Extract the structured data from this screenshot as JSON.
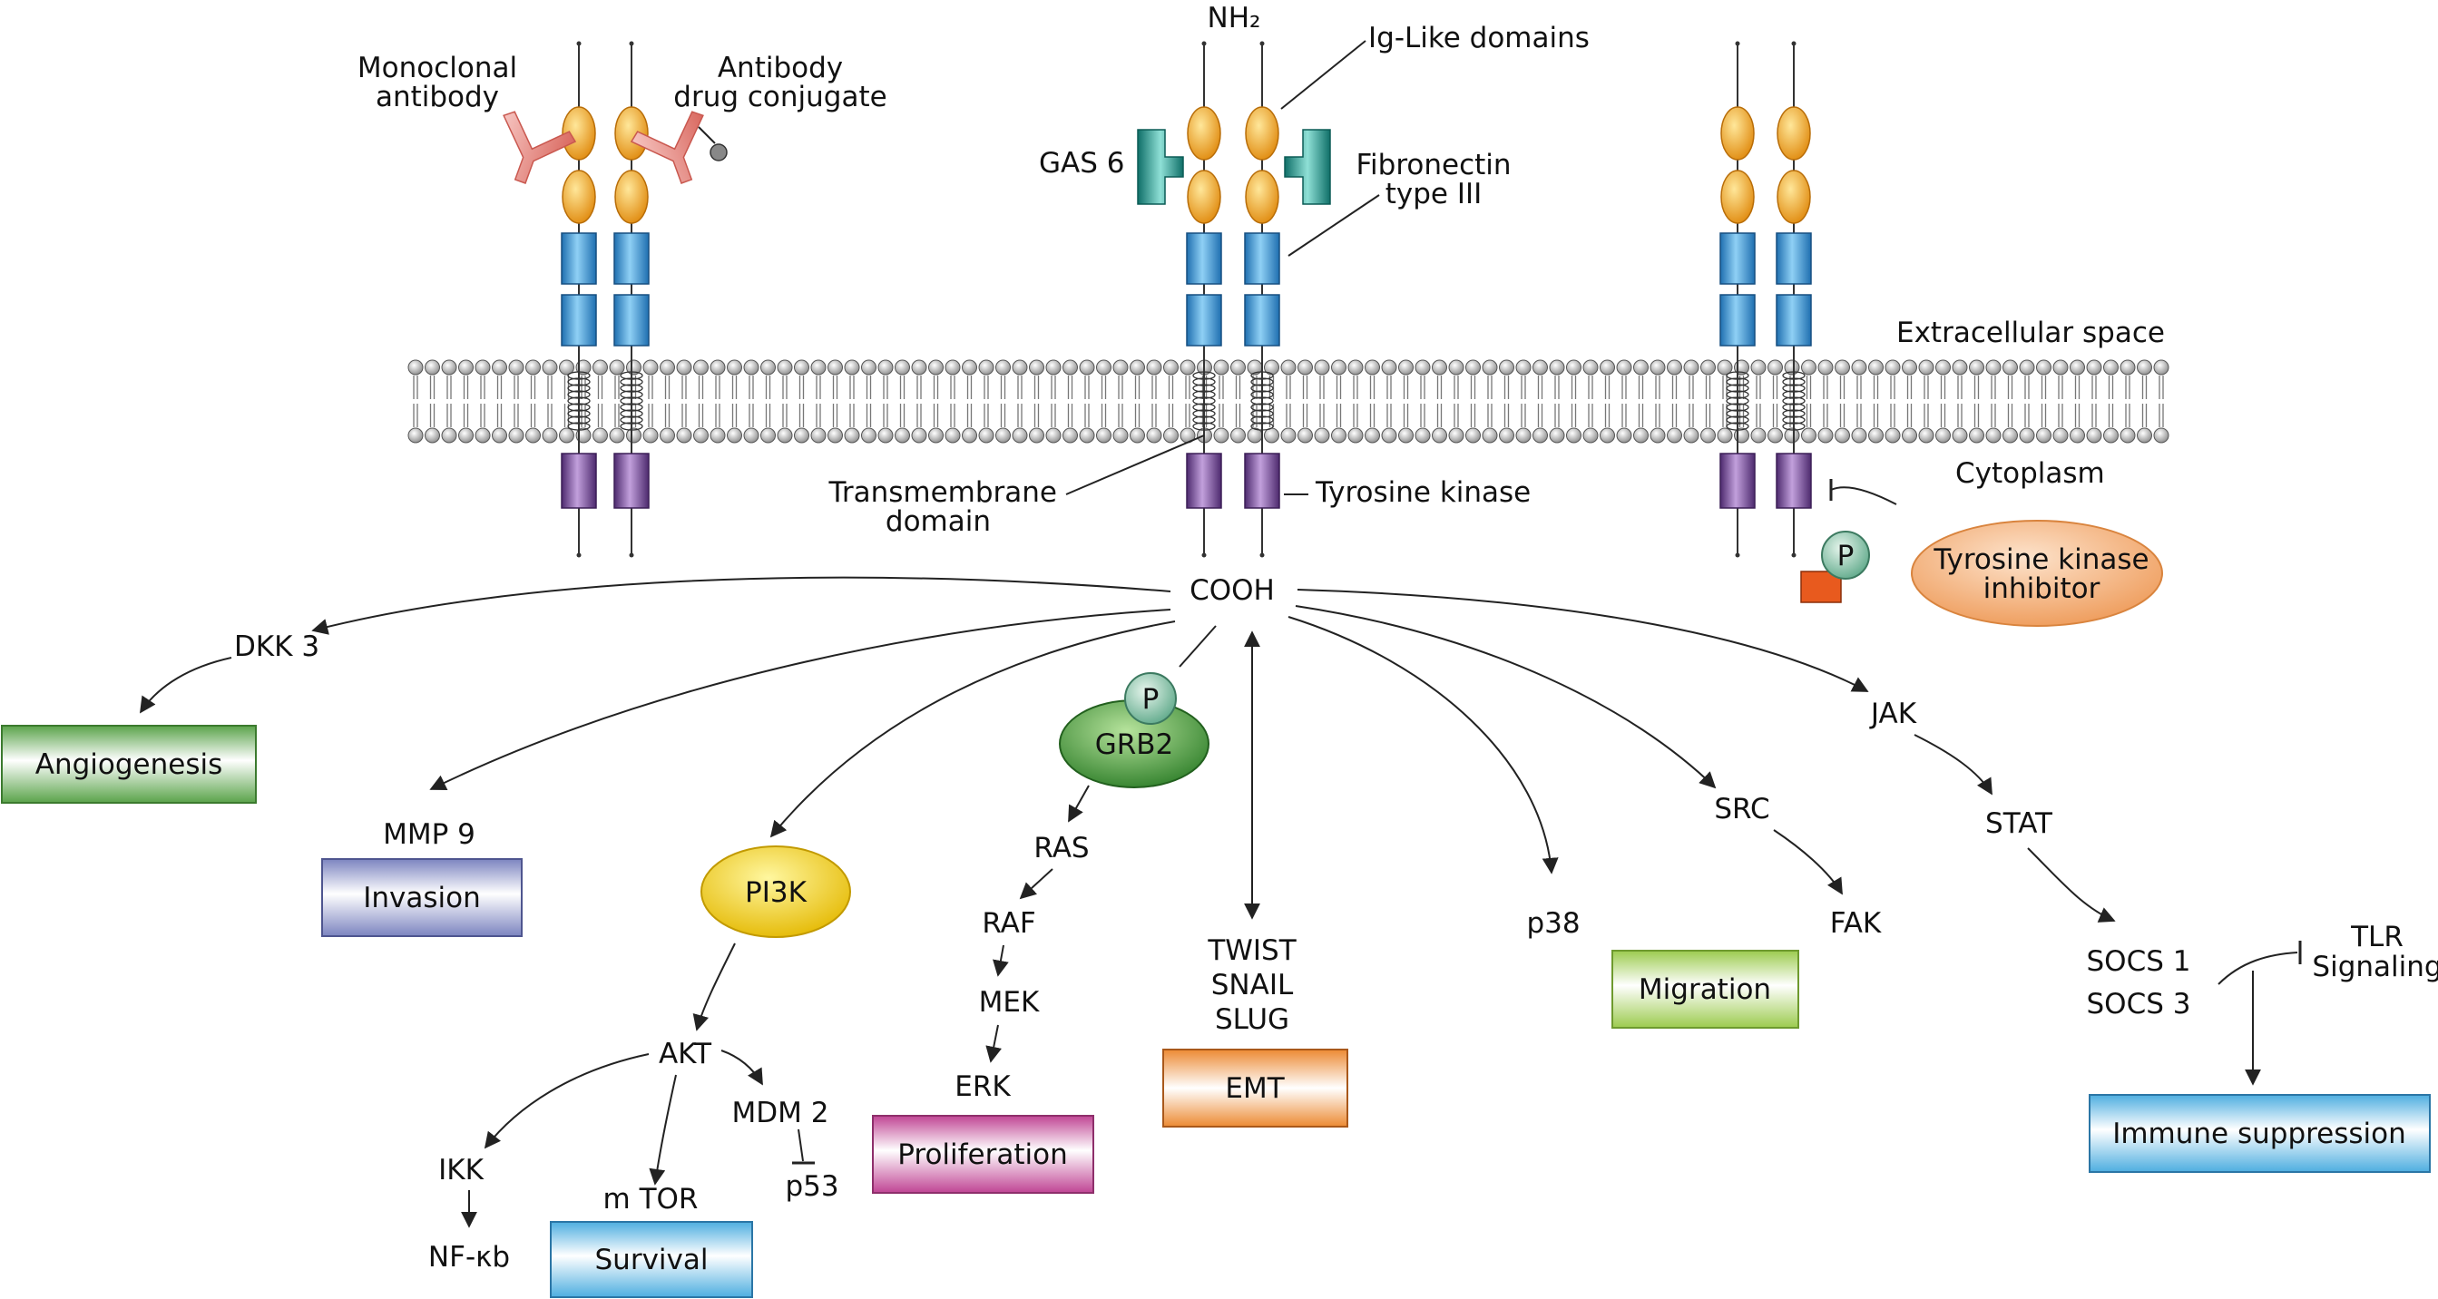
{
  "labels": {
    "monoclonal_1": "Monoclonal",
    "monoclonal_2": "antibody",
    "adc_1": "Antibody",
    "adc_2": "drug conjugate",
    "nh2": "NH₂",
    "ig_like": "Ig-Like domains",
    "gas6": "GAS 6",
    "fibro_1": "Fibronectin",
    "fibro_2": "type III",
    "extracellular": "Extracellular space",
    "cytoplasm": "Cytoplasm",
    "tm_1": "Transmembrane",
    "tm_2": "domain",
    "tyrosine_kinase": "Tyrosine kinase",
    "tki_1": "Tyrosine kinase",
    "tki_2": "inhibitor",
    "p": "P",
    "cooh": "COOH",
    "dkk3": "DKK 3",
    "mmp9": "MMP 9",
    "pi3k": "PI3K",
    "grb2": "GRB2",
    "ras": "RAS",
    "raf": "RAF",
    "mek": "MEK",
    "erk": "ERK",
    "twist": "TWIST",
    "snail": "SNAIL",
    "slug": "SLUG",
    "p38": "p38",
    "src": "SRC",
    "fak": "FAK",
    "jak": "JAK",
    "stat": "STAT",
    "socs1": "SOCS 1",
    "socs3": "SOCS 3",
    "tlr_1": "TLR",
    "tlr_2": "Signaling",
    "akt": "AKT",
    "mdm2": "MDM 2",
    "p53": "p53",
    "ikk": "IKK",
    "nfkb": "NF-κb",
    "mtor": "m TOR"
  },
  "outcomes": {
    "angiogenesis": "Angiogenesis",
    "invasion": "Invasion",
    "proliferation": "Proliferation",
    "emt": "EMT",
    "migration": "Migration",
    "survival": "Survival",
    "immune": "Immune suppression"
  },
  "colors": {
    "ig_domain": "#f2a21c",
    "fn_domain": "#3f9bd8",
    "kinase_domain": "#7d4f9e",
    "gas6": "#2aa59d",
    "antibody": "#e8908a",
    "pi3k": "#f5d60a",
    "grb2": "#3f9a3a",
    "phospho": "#7fbf9f",
    "tki": "#f3b17c",
    "box_green": "#6aae5a",
    "box_blue": "#8e96c8",
    "box_pink": "#c9519b",
    "box_orange": "#ef9442",
    "box_lime": "#a6cf5a",
    "box_sky": "#5eb4e4"
  },
  "icons": [
    "antibody-icon",
    "adc-icon",
    "gas6-ligand-icon",
    "phosphate-icon",
    "drug-block-icon"
  ]
}
